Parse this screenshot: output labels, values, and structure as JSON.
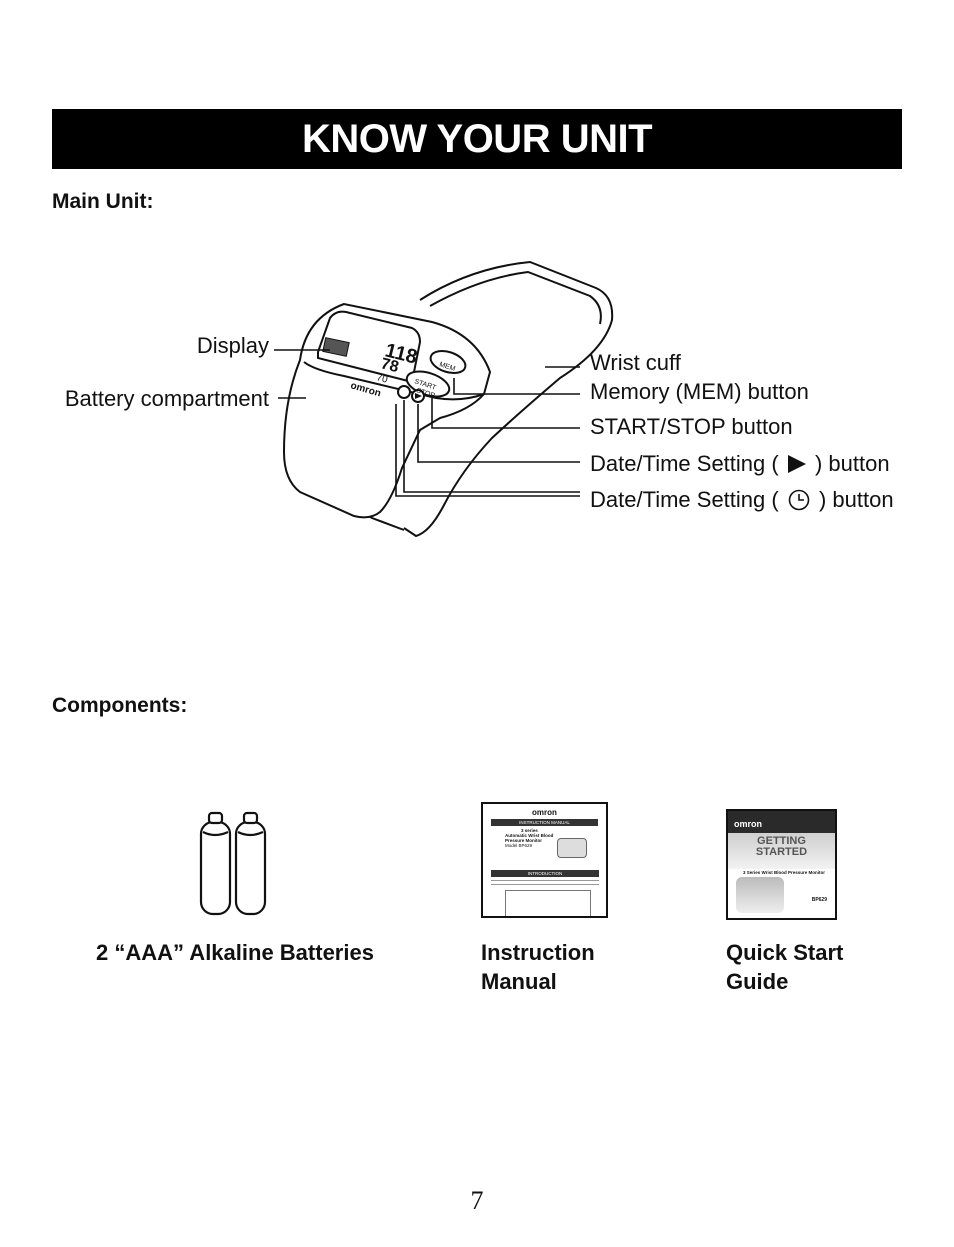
{
  "title": "KNOW YOUR UNIT",
  "main_unit": {
    "heading": "Main Unit:",
    "callouts": {
      "display": "Display",
      "battery": "Battery compartment",
      "wrist_cuff": "Wrist cuff",
      "mem_button": "Memory (MEM) button",
      "start_stop": "START/STOP button",
      "date_time_1_prefix": "Date/Time Setting (",
      "date_time_1_suffix": ") button",
      "date_time_2_prefix": "Date/Time Setting (",
      "date_time_2_suffix": ") button"
    },
    "device": {
      "brand": "omron",
      "display_sys": "118",
      "display_dia": "78",
      "display_pulse": "70",
      "btn_mem": "MEM",
      "btn_start": "START",
      "btn_stop": "STOP"
    }
  },
  "components": {
    "heading": "Components:",
    "batteries_caption": "2 “AAA” Alkaline Batteries",
    "manual_caption_1": "Instruction",
    "manual_caption_2": "Manual",
    "guide_caption_1": "Quick Start",
    "guide_caption_2": "Guide",
    "manual_cover": {
      "brand": "omron",
      "header": "INSTRUCTION MANUAL",
      "series": "3 series",
      "product": "Automatic Wrist Blood Pressure Monitor",
      "model": "Model BP629",
      "intro": "INTRODUCTION"
    },
    "guide_cover": {
      "brand": "omron",
      "title_1": "GETTING",
      "title_2": "STARTED",
      "subtitle": "3 Series Wrist Blood Pressure Monitor",
      "model": "BP629"
    }
  },
  "page_number": "7"
}
